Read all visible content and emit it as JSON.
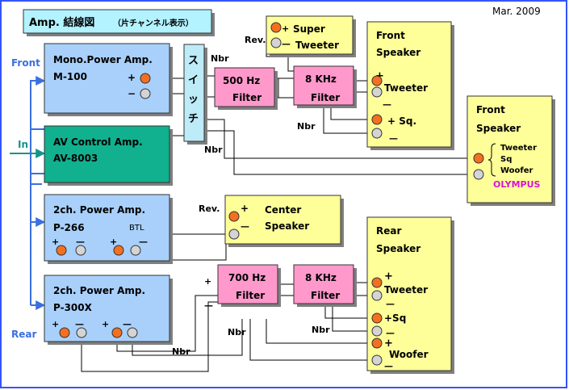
{
  "header": {
    "title": "Amp. 結線図",
    "subtitle": "（片チャンネル表示）",
    "date": "Mar. 2009"
  },
  "side_labels": {
    "front": "Front",
    "in": "In",
    "rear": "Rear"
  },
  "amps": {
    "mono": {
      "line1": "Mono.Power Amp.",
      "line2": "M-100",
      "plus": "+",
      "minus": "−"
    },
    "av": {
      "line1": "AV Control Amp.",
      "line2": "AV-8003"
    },
    "p266": {
      "line1": "2ch. Power Amp.",
      "line2": "P-266",
      "btl": "BTL",
      "plus1": "+",
      "minus1": "—",
      "plus2": "+",
      "minus2": "—"
    },
    "p300": {
      "line1": "2ch. Power Amp.",
      "line2": "P-300X",
      "plus1": "+",
      "minus1": "—",
      "plus2": "+",
      "minus2": "—"
    }
  },
  "switch": {
    "chars": [
      "ス",
      "イ",
      "ッ",
      "チ"
    ]
  },
  "filters": {
    "f500": {
      "line1": "500 Hz",
      "line2": "Filter"
    },
    "f8k_front": {
      "line1": "8 KHz",
      "line2": "Filter"
    },
    "f700": {
      "line1": "700 Hz",
      "line2": "Filter"
    },
    "f8k_rear": {
      "line1": "8 KHz",
      "line2": "Filter"
    }
  },
  "speakers": {
    "super": {
      "plus": "+",
      "line1": "Super",
      "minus": "—",
      "line2": "Tweeter"
    },
    "front": {
      "line1": "Front",
      "line2": "Speaker",
      "plus1": "+",
      "tweeter": "Tweeter",
      "minus1": "—",
      "sq": "+ Sq.",
      "minus2": "—"
    },
    "olympus": {
      "line1": "Front",
      "line2": "Speaker",
      "tweeter": "Tweeter",
      "sq": "Sq",
      "woofer": "Woofer",
      "brand": "OLYMPUS"
    },
    "center": {
      "plus": "+",
      "minus": "—",
      "line1": "Center",
      "line2": "Speaker"
    },
    "rear": {
      "line1": "Rear",
      "line2": "Speaker",
      "plus1": "+",
      "tweeter": "Tweeter",
      "minus1": "—",
      "sq": "+Sq",
      "minus2": "—",
      "plus3": "+",
      "woofer": "Woofer",
      "minus3": "—"
    }
  },
  "wire_labels": {
    "nbr_switch": "Nbr",
    "rev_super": "Rev.",
    "nbr_front": "Nbr",
    "nbr_olympus": "Nbr",
    "rev_center": "Rev.",
    "plus_700": "+",
    "minus_700": "—",
    "nbr_rear_sq": "Nbr",
    "nbr_rear_woofer": "Nbr",
    "nbr_p300": "Nbr"
  },
  "colors": {
    "amp_box": "#a8d0fb",
    "av_box": "#11b08f",
    "switch_box": "#bdebf7",
    "filter_box": "#ff99cc",
    "speaker_box": "#ffff99",
    "title_box": "#b3f2ff",
    "brand_text": "#d414d4",
    "front_arrow": "#3b6fe0",
    "in_arrow": "#13958a",
    "terminal_pos": "#f47020",
    "terminal_neg": "#d4d4d4"
  }
}
